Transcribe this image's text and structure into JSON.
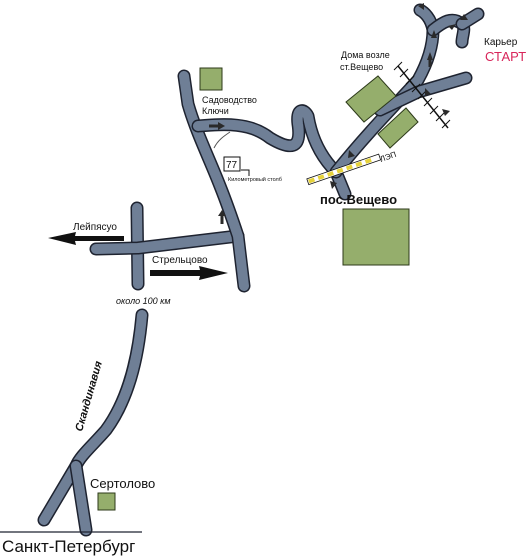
{
  "labels": {
    "karier": "Карьер",
    "start": "СТАРТ",
    "doma_line1": "Дома возле",
    "doma_line2": "ст.Вещево",
    "sadovodstvo_line1": "Садоводство",
    "sadovodstvo_line2": "Ключи",
    "km_number": "77",
    "km_post": "Километровый столб",
    "lep": "ЛЭП",
    "veshchevo": "пос.Вещево",
    "leipyasuo": "Лейпясуо",
    "strelcovo": "Стрельцово",
    "distance": "около 100 км",
    "skandinavia": "Скандинавия",
    "sertolovo": "Сертолово",
    "spb": "Санкт-Петербург"
  },
  "colors": {
    "road": "#6f7f96",
    "road_outline": "#1e2330",
    "block": "#95ae6c",
    "start": "#d8255a"
  }
}
